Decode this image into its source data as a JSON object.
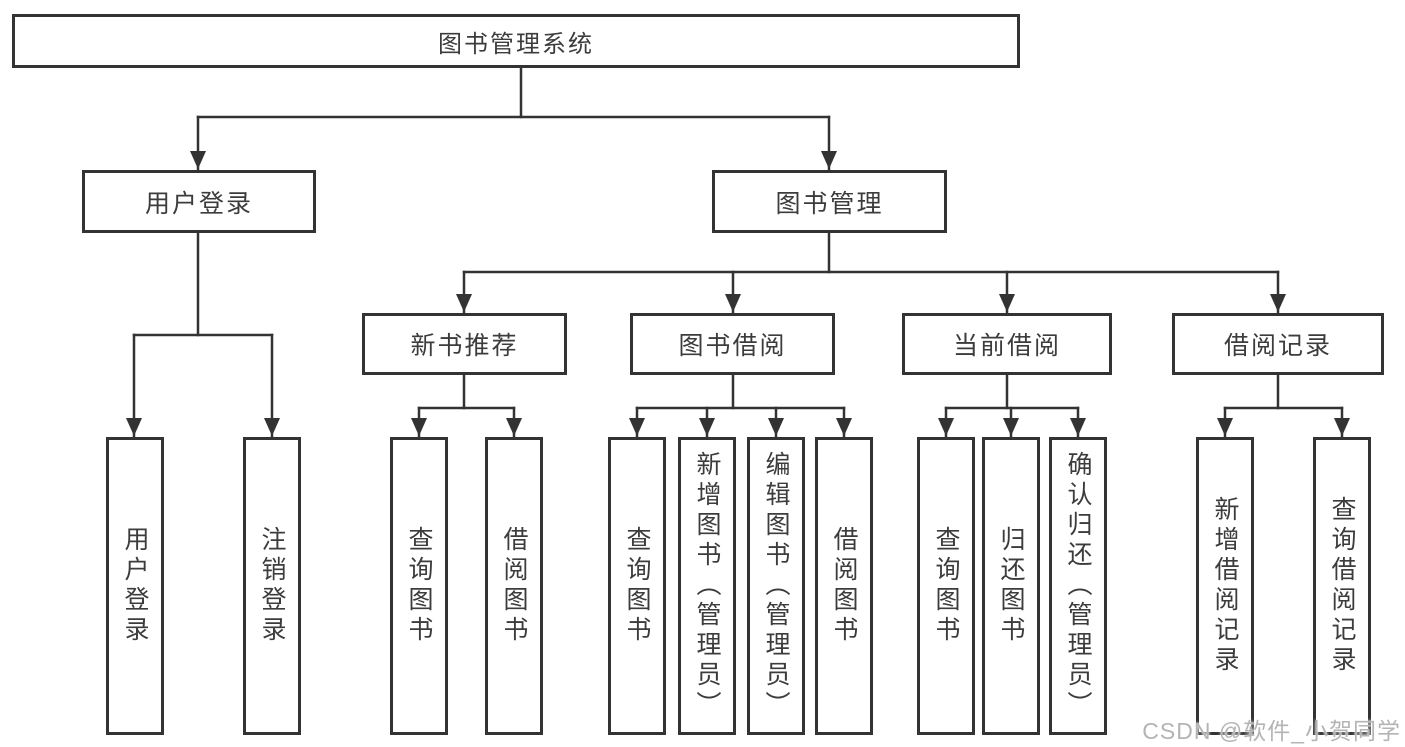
{
  "watermark": "CSDN @软件_小贺同学",
  "tree": {
    "root": {
      "label": "图书管理系统"
    },
    "user_login": {
      "label": "用户登录",
      "children": {
        "login": {
          "label": "用户登录"
        },
        "logout": {
          "label": "注销登录"
        }
      }
    },
    "book_management": {
      "label": "图书管理",
      "children": {
        "new_book": {
          "label": "新书推荐",
          "children": {
            "query": {
              "label": "查询图书"
            },
            "borrow": {
              "label": "借阅图书"
            }
          }
        },
        "borrowing": {
          "label": "图书借阅",
          "children": {
            "query": {
              "label": "查询图书"
            },
            "add": {
              "label": "新增图书（管理员）"
            },
            "edit": {
              "label": "编辑图书（管理员）"
            },
            "borrow": {
              "label": "借阅图书"
            }
          }
        },
        "current": {
          "label": "当前借阅",
          "children": {
            "query": {
              "label": "查询图书"
            },
            "return": {
              "label": "归还图书"
            },
            "confirm": {
              "label": "确认归还（管理员）"
            }
          }
        },
        "records": {
          "label": "借阅记录",
          "children": {
            "add": {
              "label": "新增借阅记录"
            },
            "query": {
              "label": "查询借阅记录"
            }
          }
        }
      }
    }
  },
  "colors": {
    "line": "#333333",
    "text": "#3c3c3c",
    "watermark": "#b4b4b4",
    "background": "#ffffff"
  }
}
